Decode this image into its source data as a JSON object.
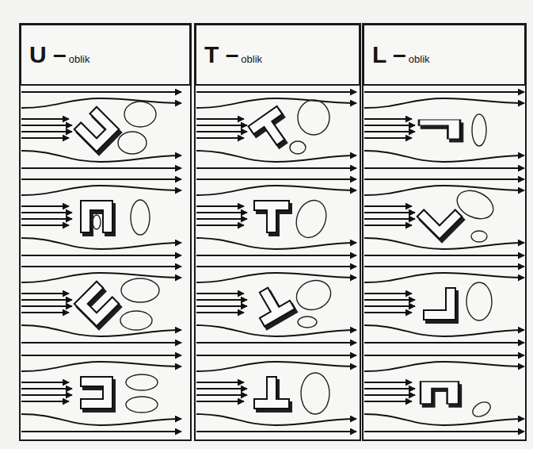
{
  "diagram": {
    "nodes": [
      {
        "text": [
          "U –",
          "oblik"
        ]
      },
      {
        "text": [
          "T –",
          "oblik"
        ]
      },
      {
        "text": [
          "L –",
          "oblik"
        ]
      }
    ]
  }
}
